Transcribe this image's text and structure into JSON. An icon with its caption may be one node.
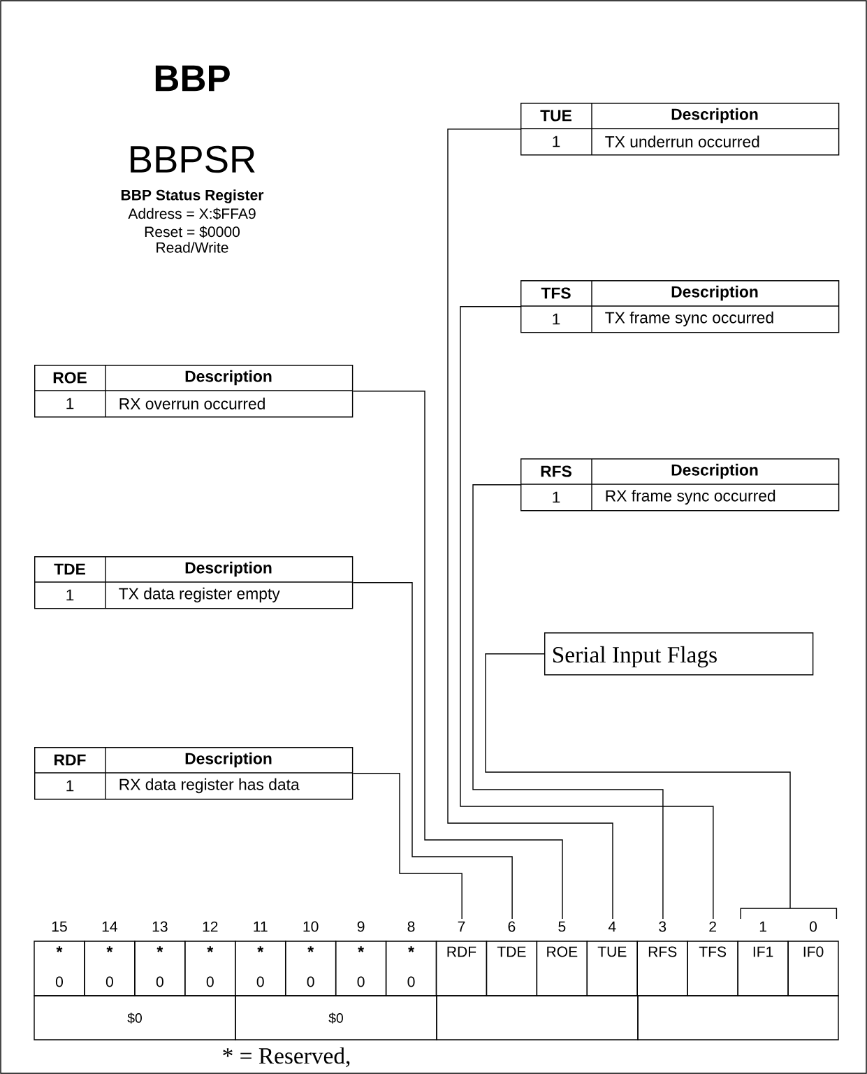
{
  "diagram": {
    "title": "BBP",
    "nodes": [
      {
        "text": [
          "TUE",
          "Description",
          "1",
          "TX underrun occurred"
        ]
      },
      {
        "text": [
          "TFS",
          "Description",
          "1",
          "TX frame sync occurred"
        ]
      },
      {
        "text": [
          "ROE",
          "Description",
          "1",
          "RX overrun occurred"
        ]
      },
      {
        "text": [
          "RFS",
          "Description",
          "1",
          "RX frame sync occurred"
        ]
      },
      {
        "text": [
          "TDE",
          "Description",
          "1",
          "TX data register empty"
        ]
      },
      {
        "text": [
          "Serial Input Flags"
        ]
      },
      {
        "text": [
          "RDF",
          "Description",
          "1",
          "RX data register has data"
        ]
      },
      {
        "text": [
          "15",
          "*",
          "0"
        ]
      },
      {
        "text": [
          "14",
          "*",
          "0"
        ]
      },
      {
        "text": [
          "13",
          "*",
          "0"
        ]
      },
      {
        "text": [
          "12",
          "*",
          "0"
        ]
      },
      {
        "text": [
          "11",
          "*",
          "0"
        ]
      },
      {
        "text": [
          "10",
          "*",
          "0"
        ]
      },
      {
        "text": [
          "9",
          "*",
          "0"
        ]
      },
      {
        "text": [
          "8",
          "*",
          "0"
        ]
      },
      {
        "text": [
          "7",
          "RDF"
        ]
      },
      {
        "text": [
          "6",
          "TDE"
        ]
      },
      {
        "text": [
          "5",
          "ROE"
        ]
      },
      {
        "text": [
          "4",
          "TUE"
        ]
      },
      {
        "text": [
          "3",
          "RFS"
        ]
      },
      {
        "text": [
          "2",
          "TFS"
        ]
      },
      {
        "text": [
          "1",
          "IF1"
        ]
      },
      {
        "text": [
          "0",
          "IF0"
        ]
      }
    ],
    "edges": [
      {
        "from": 6,
        "to": 15,
        "arrow": "none"
      },
      {
        "from": 4,
        "to": 16,
        "arrow": "none"
      },
      {
        "from": 2,
        "to": 17,
        "arrow": "none"
      },
      {
        "from": 0,
        "to": 18,
        "arrow": "none"
      },
      {
        "from": 3,
        "to": 19,
        "arrow": "none"
      },
      {
        "from": 1,
        "to": 20,
        "arrow": "none"
      },
      {
        "from": 5,
        "to": 21,
        "arrow": "none"
      },
      {
        "from": 5,
        "to": 22,
        "arrow": "none"
      }
    ],
    "labels": [
      "BBPSR",
      "BBP Status Register",
      "Address = X:$FFA9",
      "Reset = $0000",
      "Read/Write",
      "$0",
      "$0",
      "* = Reserved,"
    ]
  }
}
